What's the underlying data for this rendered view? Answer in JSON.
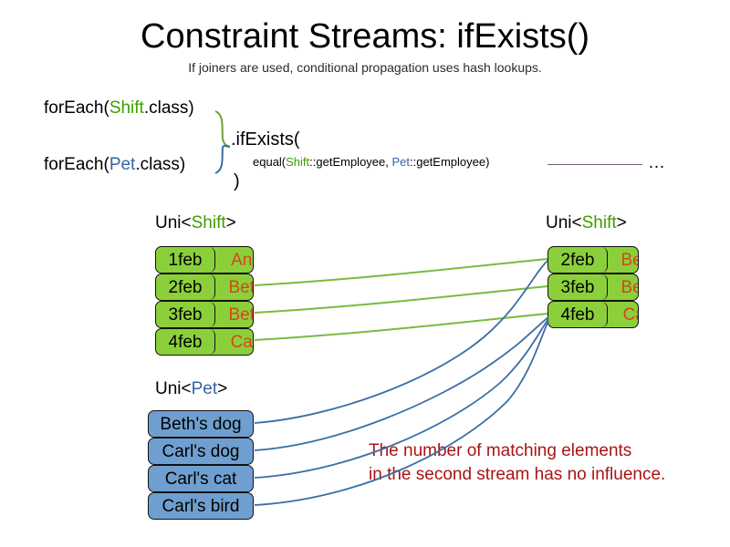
{
  "slide": {
    "title": "Constraint Streams: ifExists()",
    "subtitle": "If joiners are used, conditional propagation uses hash lookups."
  },
  "colors": {
    "shift_green": "#3f9c00",
    "pet_blue": "#3465a4",
    "box_green_fill": "#8bd03a",
    "box_blue_fill": "#6f9fd0",
    "name_orange": "#d4471b",
    "annotation_red": "#a81414",
    "tail_line": "#7a5c7a",
    "green_wire": "#77bb41",
    "blue_wire": "#3b6ea5"
  },
  "code": {
    "foreach_shift": {
      "prefix": "forEach(",
      "type": "Shift",
      "suffix": ".class)"
    },
    "foreach_pet": {
      "prefix": "forEach(",
      "type": "Pet",
      "suffix": ".class)"
    },
    "if_exists": ".ifExists(",
    "equal": {
      "prefix": "equal(",
      "left_type": "Shift",
      "left_ref": "::getEmployee, ",
      "right_type": "Pet",
      "right_ref": "::getEmployee)"
    },
    "close_paren": ")",
    "ellipsis": "…"
  },
  "streams": {
    "left_shift": {
      "label_prefix": "Uni<",
      "label_type": "Shift",
      "label_suffix": ">",
      "rows": [
        {
          "date": "1feb",
          "name": "Ann"
        },
        {
          "date": "2feb",
          "name": "Beth"
        },
        {
          "date": "3feb",
          "name": "Beth"
        },
        {
          "date": "4feb",
          "name": "Carl"
        }
      ]
    },
    "right_shift": {
      "label_prefix": "Uni<",
      "label_type": "Shift",
      "label_suffix": ">",
      "rows": [
        {
          "date": "2feb",
          "name": "Beth"
        },
        {
          "date": "3feb",
          "name": "Beth"
        },
        {
          "date": "4feb",
          "name": "Carl"
        }
      ]
    },
    "left_pet": {
      "label_prefix": "Uni<",
      "label_type": "Pet",
      "label_suffix": ">",
      "rows": [
        {
          "text": "Beth's dog"
        },
        {
          "text": "Carl's dog"
        },
        {
          "text": "Carl's cat"
        },
        {
          "text": "Carl's bird"
        }
      ]
    }
  },
  "annotation": {
    "line1": "The number of matching elements",
    "line2": "in the second stream has no influence."
  }
}
